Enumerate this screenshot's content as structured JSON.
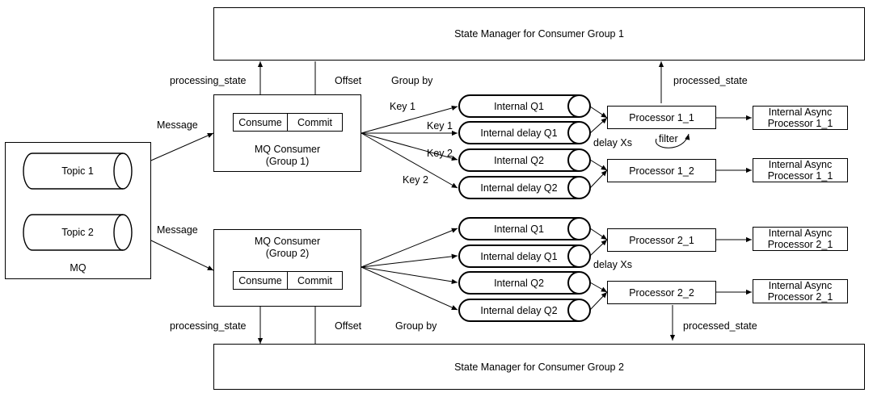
{
  "state_managers": {
    "group1": "State Manager for Consumer Group 1",
    "group2": "State Manager for Consumer Group 2"
  },
  "mq": {
    "label": "MQ",
    "topic1": "Topic 1",
    "topic2": "Topic 2"
  },
  "consumer1": {
    "title_line1": "MQ Consumer",
    "title_line2": "(Group 1)",
    "consume": "Consume",
    "commit": "Commit"
  },
  "consumer2": {
    "title_line1": "MQ Consumer",
    "title_line2": "(Group 2)",
    "consume": "Consume",
    "commit": "Commit"
  },
  "queues": {
    "g1_q1": "Internal Q1",
    "g1_dq1": "Internal delay Q1",
    "g1_q2": "Internal Q2",
    "g1_dq2": "Internal delay Q2",
    "g2_q1": "Internal Q1",
    "g2_dq1": "Internal delay Q1",
    "g2_q2": "Internal Q2",
    "g2_dq2": "Internal delay Q2"
  },
  "processors": {
    "p11": "Processor 1_1",
    "p12": "Processor 1_2",
    "p21": "Processor 2_1",
    "p22": "Processor 2_2"
  },
  "async": {
    "a11_line1": "Internal Async",
    "a11_line2": "Processor 1_1",
    "a12_line1": "Internal Async",
    "a12_line2": "Processor 1_1",
    "a21_line1": "Internal Async",
    "a21_line2": "Processor 2_1",
    "a22_line1": "Internal Async",
    "a22_line2": "Processor 2_1"
  },
  "labels": {
    "processing_state_top": "processing_state",
    "offset_top": "Offset",
    "group_by_top": "Group by",
    "processed_state_top": "processed_state",
    "message_top": "Message",
    "message_bottom": "Message",
    "key1_a": "Key 1",
    "key1_b": "Key 1",
    "key2_a": "Key 2",
    "key2_b": "Key 2",
    "delay_g1": "delay Xs",
    "delay_g2": "delay Xs",
    "filter": "filter",
    "processing_state_bottom": "processing_state",
    "offset_bottom": "Offset",
    "group_by_bottom": "Group by",
    "processed_state_bottom": "processed_state"
  }
}
